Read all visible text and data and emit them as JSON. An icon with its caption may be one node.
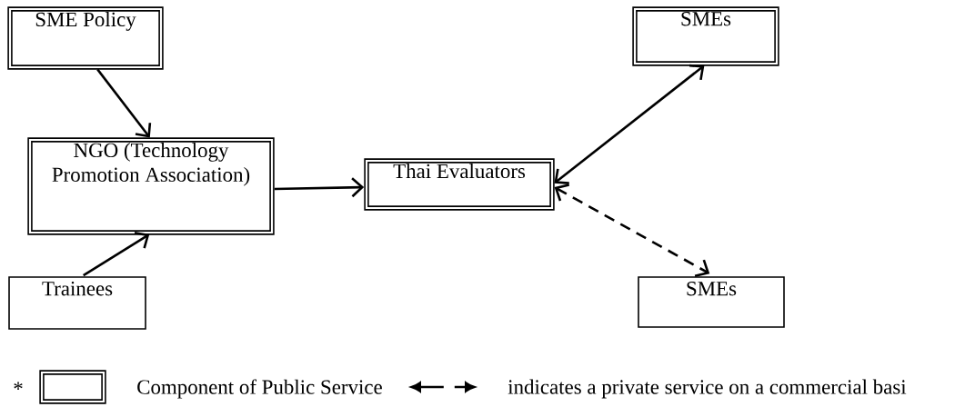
{
  "diagram": {
    "nodes": [
      {
        "text": [
          "SME Policy"
        ]
      },
      {
        "text": [
          "NGO (Technology Promotion Association)"
        ]
      },
      {
        "text": [
          "Trainees"
        ]
      },
      {
        "text": [
          "Thai Evaluators"
        ]
      },
      {
        "text": [
          "SMEs"
        ]
      },
      {
        "text": [
          "SMEs"
        ]
      }
    ],
    "edges": [
      {
        "from": 0,
        "to": 1,
        "arrow": "to"
      },
      {
        "from": 2,
        "to": 1,
        "arrow": "to"
      },
      {
        "from": 1,
        "to": 3,
        "arrow": "to"
      },
      {
        "from": 3,
        "to": 4,
        "arrow": "both"
      },
      {
        "from": 3,
        "to": 5,
        "arrow": "both",
        "style": "dashed"
      }
    ],
    "labels": [
      "*"
    ],
    "legend": [
      {
        "text": "Component of Public Service"
      },
      {
        "text": "indicates a private service on a commercial basi"
      }
    ]
  }
}
